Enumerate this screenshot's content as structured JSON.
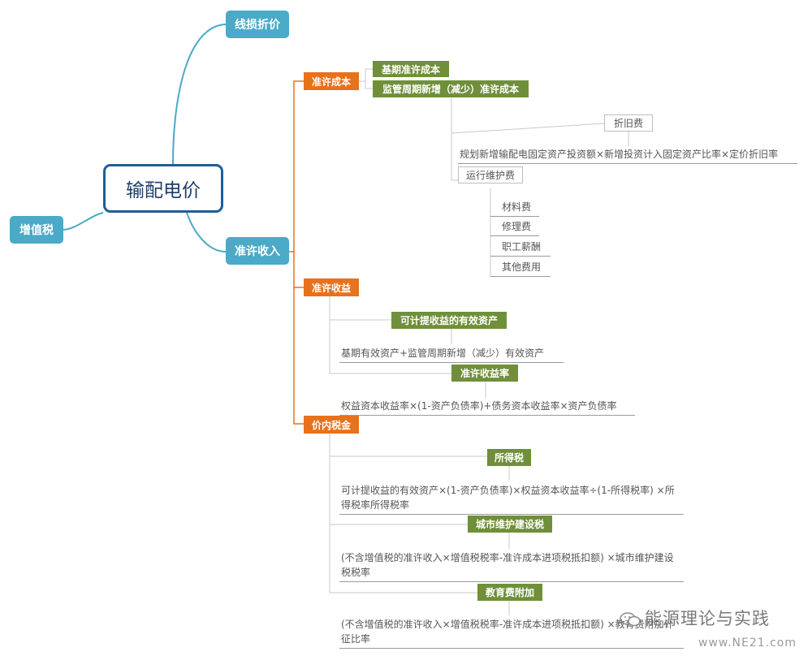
{
  "root": "输配电价",
  "branches": {
    "xiansun": "线损折价",
    "zengzhishui": "增值税",
    "zhunxushouru": "准许收入"
  },
  "zhunxuchengben": {
    "label": "准许成本",
    "jiqi": "基期准许成本",
    "jianguan": "监管周期新增（减少）准许成本",
    "zhejiu": "折旧费",
    "zhejiu_formula": "规划新增输配电固定资产投资额×新增投资计入固定资产比率×定价折旧率",
    "yunxing": "运行维护费",
    "yunxing_items": [
      "材料费",
      "修理费",
      "职工薪酬",
      "其他费用"
    ]
  },
  "zhunxushouyi": {
    "label": "准许收益",
    "youxiaozichan": "可计提收益的有效资产",
    "youxiaozichan_formula": "基期有效资产+监管周期新增（减少）有效资产",
    "shouyilv": "准许收益率",
    "shouyilv_formula": "权益资本收益率×(1-资产负债率)+债务资本收益率×资产负债率"
  },
  "jianeishuijin": {
    "label": "价内税金",
    "suodeshui": "所得税",
    "suodeshui_formula": "可计提收益的有效资产×(1-资产负债率)×权益资本收益率÷(1-所得税率) ×所得税率所得税率",
    "chengjian": "城市维护建设税",
    "chengjian_formula": "(不含增值税的准许收入×增值税税率-准许成本进项税抵扣额) ×城市维护建设税税率",
    "jiaoyu": "教育费附加",
    "jiaoyu_formula": "(不含增值税的准许收入×增值税税率-准许成本进项税抵扣额) ×教育费附加计征比率"
  },
  "watermark": {
    "text": "能源理论与实践",
    "url": "www.NE21.com"
  },
  "colors": {
    "root_border": "#1f5d99",
    "teal": "#4aaac8",
    "orange": "#e8711c",
    "green": "#6f8f3a"
  }
}
